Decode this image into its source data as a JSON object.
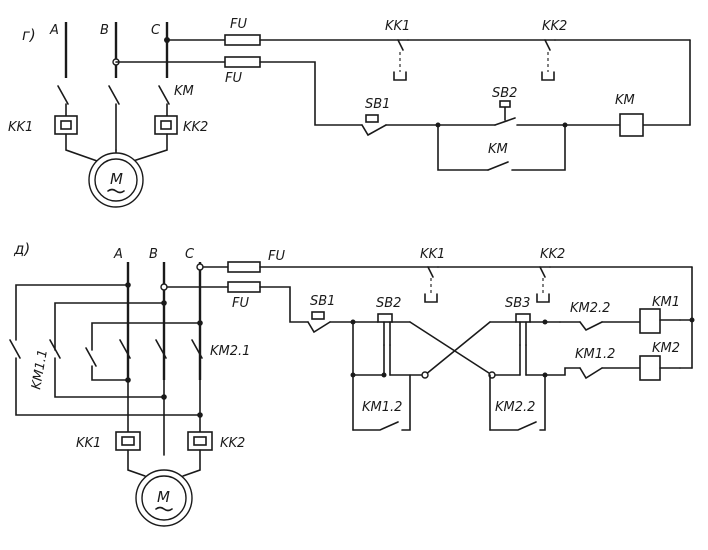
{
  "schemes": [
    {
      "index_label": "г)",
      "phases": [
        "A",
        "B",
        "C"
      ],
      "fuses": [
        "FU",
        "FU"
      ],
      "thermal_relays": [
        "KK1",
        "KK2"
      ],
      "relay_contacts": [
        "KK1",
        "KK2"
      ],
      "contactor_main": "KM",
      "buttons": [
        "SB1",
        "SB2"
      ],
      "hold_contact": "KM",
      "coil": "KM",
      "motor": "M"
    },
    {
      "index_label": "д)",
      "phases": [
        "A",
        "B",
        "C"
      ],
      "fuses": [
        "FU",
        "FU"
      ],
      "relay_contacts": [
        "KK1",
        "KK2"
      ],
      "contactor_main": [
        "KM1.1",
        "KM2.1"
      ],
      "thermal_relays": [
        "KK1",
        "KK2"
      ],
      "buttons": [
        "SB1",
        "SB2",
        "SB3"
      ],
      "hold_contacts": [
        "KM1.2",
        "KM2.2"
      ],
      "interlock_contacts": [
        "KM2.2",
        "KM1.2"
      ],
      "coils": [
        "KM1",
        "KM2"
      ],
      "motor": "M"
    }
  ]
}
